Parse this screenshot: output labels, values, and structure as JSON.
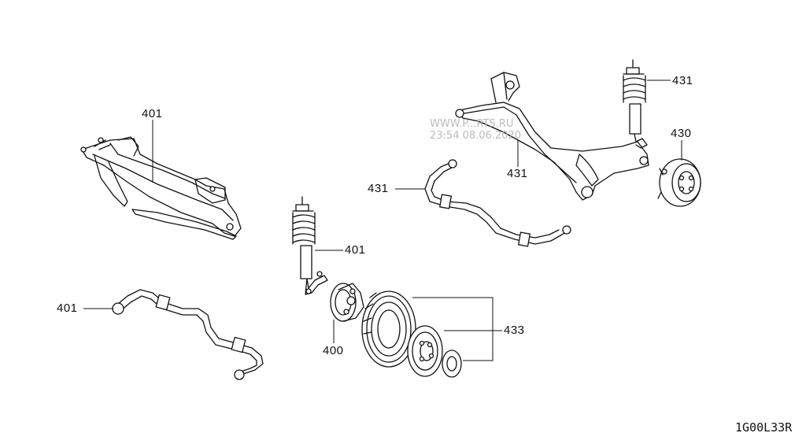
{
  "callouts": [
    {
      "id": "c401a",
      "text": "401"
    },
    {
      "id": "c401b",
      "text": "401"
    },
    {
      "id": "c401c",
      "text": "401"
    },
    {
      "id": "c400",
      "text": "400"
    },
    {
      "id": "c433",
      "text": "433"
    },
    {
      "id": "c431a",
      "text": "431"
    },
    {
      "id": "c431b",
      "text": "431"
    },
    {
      "id": "c431c",
      "text": "431"
    },
    {
      "id": "c430",
      "text": "430"
    }
  ],
  "watermark": {
    "line1": "WWW.P...RTS.RU",
    "line2": "23:54 08.06.2020"
  },
  "diagram_code": "1G00L33R"
}
